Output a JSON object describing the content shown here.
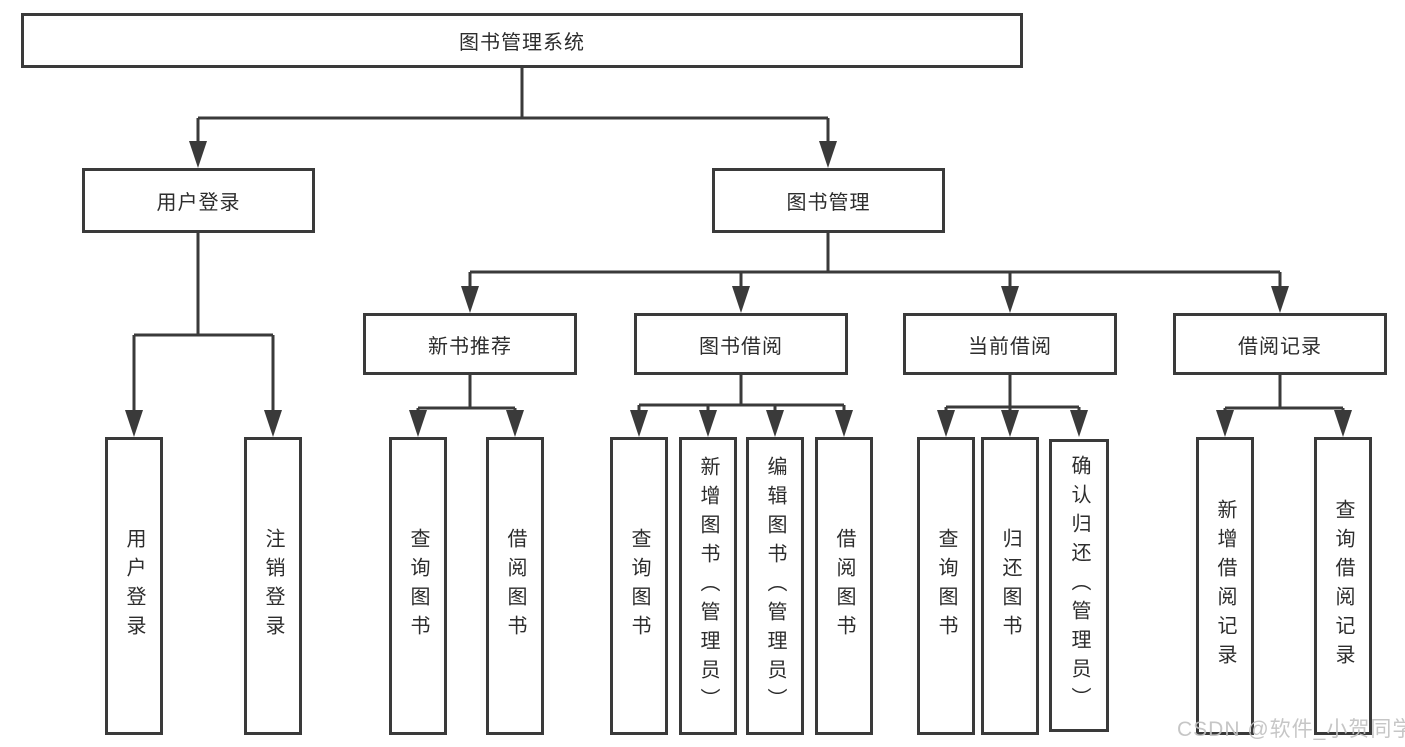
{
  "diagram_title": "图书管理系统",
  "tree": {
    "label": "图书管理系统",
    "children": [
      {
        "label": "用户登录",
        "children": [
          {
            "label": "用户登录"
          },
          {
            "label": "注销登录"
          }
        ]
      },
      {
        "label": "图书管理",
        "children": [
          {
            "label": "新书推荐",
            "children": [
              {
                "label": "查询图书"
              },
              {
                "label": "借阅图书"
              }
            ]
          },
          {
            "label": "图书借阅",
            "children": [
              {
                "label": "查询图书"
              },
              {
                "label": "新增图书（管理员）"
              },
              {
                "label": "编辑图书（管理员）"
              },
              {
                "label": "借阅图书"
              }
            ]
          },
          {
            "label": "当前借阅",
            "children": [
              {
                "label": "查询图书"
              },
              {
                "label": "归还图书"
              },
              {
                "label": "确认归还（管理员）"
              }
            ]
          },
          {
            "label": "借阅记录",
            "children": [
              {
                "label": "新增借阅记录"
              },
              {
                "label": "查询借阅记录"
              }
            ]
          }
        ]
      }
    ]
  },
  "watermark": "CSDN @软件_小贺同学",
  "colors": {
    "line": "#3a3a3a",
    "box_border": "#3a3a3a",
    "box_background": "#ffffff",
    "text": "#2d2d2d",
    "watermark": "#c2c2c2",
    "page_background": "#ffffff"
  }
}
